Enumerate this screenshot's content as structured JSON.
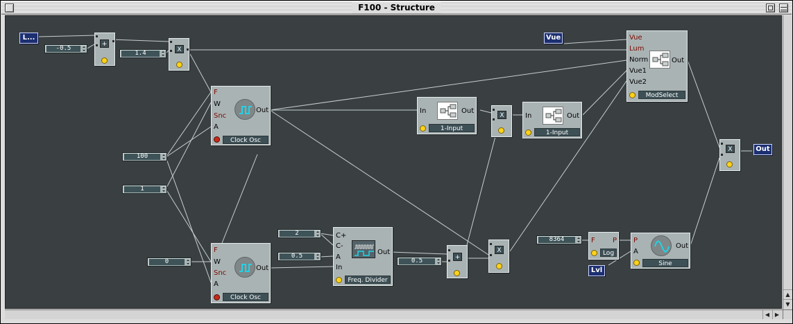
{
  "window": {
    "title": "F100 - Structure"
  },
  "colors": {
    "canvas": "#3a4042",
    "module": "#aab3b4",
    "wire": "#c8cfd0",
    "terminal": "#1c2f70",
    "knob": "#ffd21c",
    "input_port": "#7b0a00"
  },
  "terminals": {
    "l_in": "L...",
    "vue_in": "Vue",
    "lvl_in": "Lvl",
    "out": "Out"
  },
  "values": {
    "neg_half": "-0.5",
    "one_four": "1.4",
    "hundred": "100",
    "one": "1",
    "zero": "0",
    "two": "2",
    "half_a": "0.5",
    "half_b": "0.5",
    "freq": "8364"
  },
  "ops": {
    "add": "+",
    "mul": "X"
  },
  "clock_osc": {
    "label": "Clock Osc",
    "inputs": [
      "F",
      "W",
      "Snc",
      "A"
    ],
    "output": "Out"
  },
  "freq_divider": {
    "label": "Freq. Divider",
    "inputs": [
      "C+",
      "C-",
      "A",
      "In"
    ],
    "output": "Out"
  },
  "one_input": {
    "label": "1-Input",
    "input": "In",
    "output": "Out"
  },
  "mod_select": {
    "label": "ModSelect",
    "inputs": [
      "Vue",
      "Lum",
      "Norm",
      "Vue1",
      "Vue2"
    ],
    "output": "Out"
  },
  "log_mod": {
    "label": "Log",
    "input": "F",
    "output": "P"
  },
  "sine": {
    "label": "Sine",
    "inputs": [
      "P",
      "A"
    ],
    "output": "Out"
  }
}
